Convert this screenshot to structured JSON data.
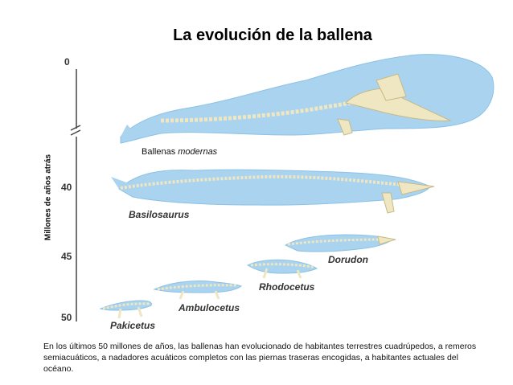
{
  "title": "La evolución de la ballena",
  "axis": {
    "label": "Millones de años atrás",
    "ticks": [
      "0",
      "40",
      "45",
      "50"
    ]
  },
  "modern_label_prefix": "Ballenas ",
  "modern_label_emph": "modernas",
  "species": [
    "Basilosaurus",
    "Dorudon",
    "Rhodocetus",
    "Ambulocetus",
    "Pakicetus"
  ],
  "caption": "En los últimos 50 millones de años, las ballenas han evolucionado de habitantes terrestres cuadrúpedos, a remeros semiacuáticos, a nadadores acuáticos completos con las piernas traseras encogidas, a habitantes actuales del océano.",
  "colors": {
    "body": "#a9d3ee",
    "body_edge": "#8cc2e6",
    "bone": "#efe6c2",
    "bone_edge": "#c8b987",
    "axis": "#444444"
  }
}
